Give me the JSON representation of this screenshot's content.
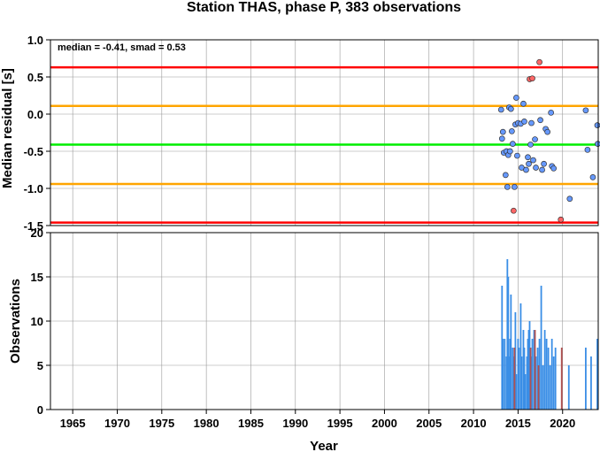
{
  "chart_data": [
    {
      "type": "scatter",
      "title": "Station THAS, phase P, 383 observations",
      "ylabel": "Median residual [s]",
      "annotation": "median = -0.41, smad = 0.53",
      "xlim": [
        1962.5,
        2024
      ],
      "ylim": [
        -1.5,
        1.0
      ],
      "y_ticks": [
        "1.0",
        "0.5",
        "0.0",
        "-0.5",
        "-1.0",
        "-1.5"
      ],
      "grid": true,
      "hlines": [
        {
          "y": 0.63,
          "color": "#ff0000"
        },
        {
          "y": 0.11,
          "color": "#ffa500"
        },
        {
          "y": -0.41,
          "color": "#00ee00"
        },
        {
          "y": -0.94,
          "color": "#ffa500"
        },
        {
          "y": -1.46,
          "color": "#ff0000"
        }
      ],
      "series": [
        {
          "color": "#6699ff",
          "points": [
            [
              2013.1,
              0.06
            ],
            [
              2013.2,
              -0.33
            ],
            [
              2013.3,
              -0.24
            ],
            [
              2013.4,
              -0.52
            ],
            [
              2013.6,
              -0.82
            ],
            [
              2013.7,
              -0.5
            ],
            [
              2013.8,
              -0.98
            ],
            [
              2013.9,
              -0.55
            ],
            [
              2014.0,
              0.09
            ],
            [
              2014.1,
              -0.5
            ],
            [
              2014.2,
              0.07
            ],
            [
              2014.3,
              -0.23
            ],
            [
              2014.4,
              -0.4
            ],
            [
              2014.6,
              -0.98
            ],
            [
              2014.7,
              -0.14
            ],
            [
              2014.8,
              0.22
            ],
            [
              2014.9,
              -0.56
            ],
            [
              2015.0,
              -0.12
            ],
            [
              2015.3,
              -0.13
            ],
            [
              2015.4,
              -0.72
            ],
            [
              2015.6,
              0.14
            ],
            [
              2015.7,
              -0.1
            ],
            [
              2015.9,
              -0.75
            ],
            [
              2016.1,
              -0.58
            ],
            [
              2016.2,
              -0.67
            ],
            [
              2016.4,
              -0.41
            ],
            [
              2016.5,
              -0.12
            ],
            [
              2016.7,
              -0.62
            ],
            [
              2016.9,
              -0.34
            ],
            [
              2017.0,
              -0.72
            ],
            [
              2017.5,
              -0.08
            ],
            [
              2017.7,
              -0.75
            ],
            [
              2017.9,
              -0.67
            ],
            [
              2018.1,
              -0.2
            ],
            [
              2018.3,
              -0.24
            ],
            [
              2018.7,
              0.02
            ],
            [
              2018.8,
              -0.7
            ],
            [
              2019.0,
              -0.73
            ],
            [
              2020.8,
              -1.14
            ],
            [
              2022.6,
              0.05
            ],
            [
              2022.8,
              -0.48
            ],
            [
              2023.4,
              -0.85
            ],
            [
              2023.9,
              -0.15
            ],
            [
              2023.95,
              -0.4
            ]
          ]
        },
        {
          "color": "#ff6666",
          "points": [
            [
              2014.5,
              -1.3
            ],
            [
              2016.3,
              0.47
            ],
            [
              2016.6,
              0.48
            ],
            [
              2017.4,
              0.7
            ],
            [
              2019.8,
              -1.42
            ]
          ]
        }
      ]
    },
    {
      "type": "bar",
      "xlabel": "Year",
      "ylabel": "Observations",
      "xlim": [
        1962.5,
        2024
      ],
      "ylim": [
        0,
        20
      ],
      "x_ticks": [
        "1965",
        "1970",
        "1975",
        "1980",
        "1985",
        "1990",
        "1995",
        "2000",
        "2005",
        "2010",
        "2015",
        "2020"
      ],
      "y_ticks": [
        "0",
        "5",
        "10",
        "15",
        "20"
      ],
      "grid": true,
      "series": [
        {
          "color": "#3a8ee6",
          "bars": [
            [
              2013.2,
              14
            ],
            [
              2013.3,
              8
            ],
            [
              2013.5,
              8
            ],
            [
              2013.7,
              6
            ],
            [
              2013.8,
              17
            ],
            [
              2013.9,
              15
            ],
            [
              2014.0,
              6
            ],
            [
              2014.1,
              8
            ],
            [
              2014.2,
              13
            ],
            [
              2014.4,
              7
            ],
            [
              2014.5,
              6
            ],
            [
              2014.7,
              11
            ],
            [
              2014.8,
              4
            ],
            [
              2015.0,
              8
            ],
            [
              2015.1,
              7
            ],
            [
              2015.3,
              12
            ],
            [
              2015.4,
              6
            ],
            [
              2015.6,
              9
            ],
            [
              2015.7,
              7
            ],
            [
              2015.8,
              4
            ],
            [
              2016.0,
              6
            ],
            [
              2016.1,
              8
            ],
            [
              2016.2,
              9
            ],
            [
              2016.3,
              10
            ],
            [
              2016.5,
              6
            ],
            [
              2016.6,
              8
            ],
            [
              2016.8,
              9
            ],
            [
              2017.0,
              6
            ],
            [
              2017.2,
              7
            ],
            [
              2017.4,
              8
            ],
            [
              2017.6,
              14
            ],
            [
              2017.8,
              5
            ],
            [
              2018.0,
              9
            ],
            [
              2018.2,
              8
            ],
            [
              2018.4,
              7
            ],
            [
              2018.6,
              5
            ],
            [
              2018.8,
              8
            ],
            [
              2019.0,
              6
            ],
            [
              2019.2,
              7
            ],
            [
              2020.7,
              5
            ],
            [
              2022.6,
              7
            ],
            [
              2023.2,
              6
            ],
            [
              2023.9,
              8
            ]
          ]
        },
        {
          "color": "#b05050",
          "bars": [
            [
              2014.6,
              7
            ],
            [
              2016.4,
              7
            ],
            [
              2016.9,
              9
            ],
            [
              2017.3,
              5
            ],
            [
              2019.9,
              7
            ]
          ]
        }
      ]
    }
  ]
}
